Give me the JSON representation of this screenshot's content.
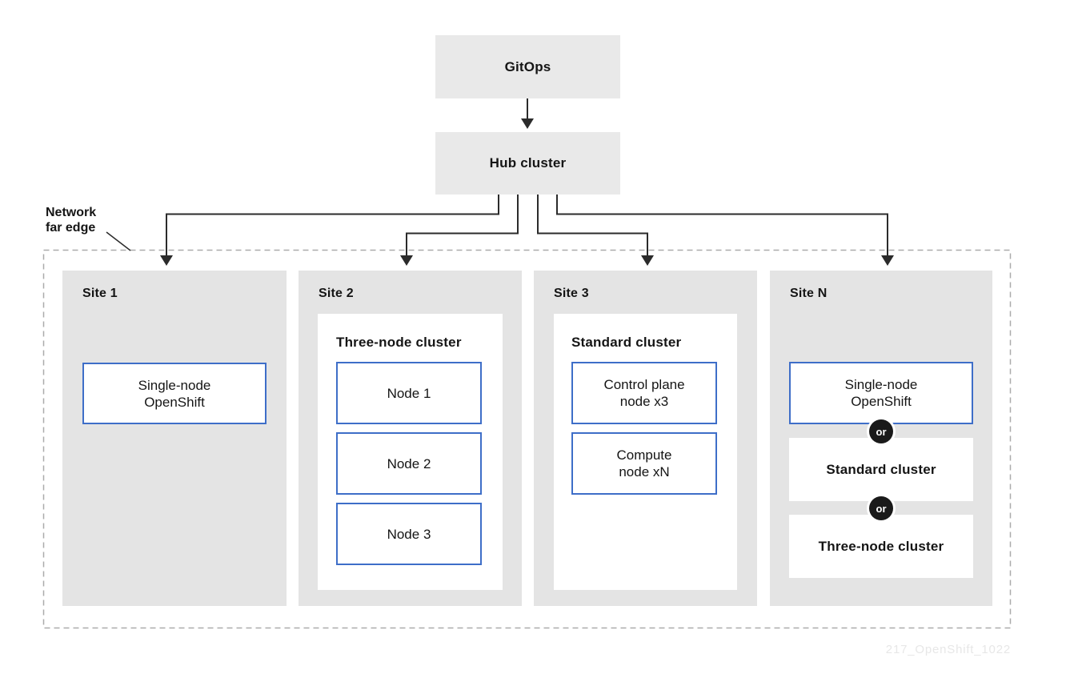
{
  "colors": {
    "top_box_gray": "#e9e9e9",
    "site_panel_gray": "#e4e4e4",
    "inner_panel_white": "#ffffff",
    "blue_border": "#3e6ec8",
    "connector_line": "#2b2b2b",
    "dashed_border": "#ababab",
    "or_badge_bg": "#1a1a1a",
    "text": "#151515",
    "watermark": "#e7e7e7"
  },
  "top_flow": {
    "gitops_label": "GitOps",
    "hub_label": "Hub cluster"
  },
  "network_edge": {
    "line1": "Network",
    "line2": "far edge"
  },
  "sites": [
    {
      "label": "Site 1",
      "cluster_box": {
        "line1": "Single-node",
        "line2": "OpenShift"
      }
    },
    {
      "label": "Site 2",
      "panel_title": "Three-node cluster",
      "nodes": [
        "Node 1",
        "Node 2",
        "Node 3"
      ]
    },
    {
      "label": "Site 3",
      "panel_title": "Standard cluster",
      "node_groups": [
        {
          "line1": "Control plane",
          "line2": "node x3"
        },
        {
          "line1": "Compute",
          "line2": "node xN"
        }
      ]
    },
    {
      "label": "Site N",
      "or_label": "or",
      "options": [
        {
          "line1": "Single-node",
          "line2": "OpenShift"
        },
        {
          "label": "Standard cluster"
        },
        {
          "label": "Three-node cluster"
        }
      ]
    }
  ],
  "watermark": "217_OpenShift_1022"
}
